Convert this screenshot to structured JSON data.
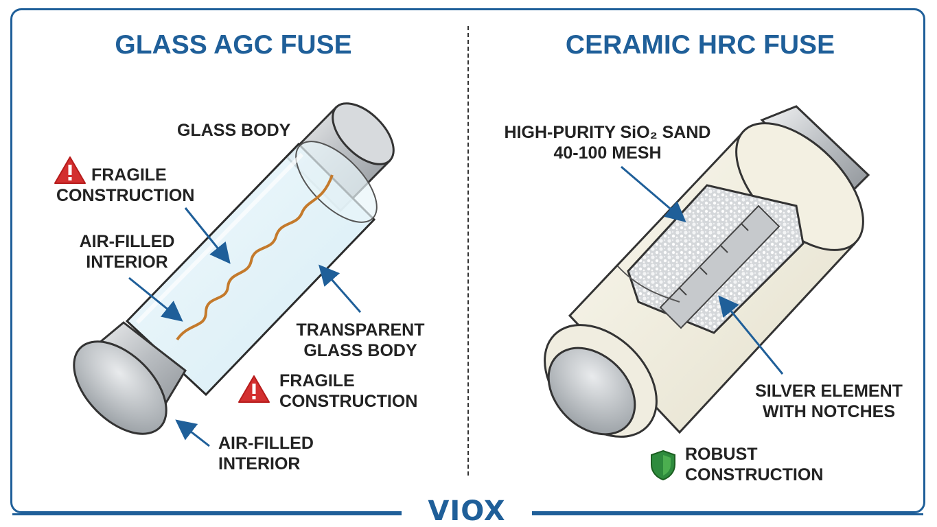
{
  "brand": "VIOX",
  "left_panel": {
    "title": "GLASS AGC FUSE",
    "labels": {
      "glass_body": "GLASS BODY",
      "fragile_top_1": "FRAGILE",
      "fragile_top_2": "CONSTRUCTION",
      "air_filled_top_1": "AIR-FILLED",
      "air_filled_top_2": "INTERIOR",
      "transparent_1": "TRANSPARENT",
      "transparent_2": "GLASS BODY",
      "fragile_bottom_1": "FRAGILE",
      "fragile_bottom_2": "CONSTRUCTION",
      "air_filled_bottom_1": "AIR-FILLED",
      "air_filled_bottom_2": "INTERIOR"
    }
  },
  "right_panel": {
    "title": "CERAMIC HRC FUSE",
    "labels": {
      "sand_1": "HIGH-PURITY SiO₂  SAND",
      "sand_2": "40-100 MESH",
      "silver_1": "SILVER ELEMENT",
      "silver_2": "WITH NOTCHES",
      "robust_1": "ROBUST",
      "robust_2": "CONSTRUCTION"
    }
  },
  "colors": {
    "accent": "#1f5f99",
    "warning": "#d32f2f",
    "shield": "#2e8b3d"
  },
  "icons": [
    "warning-icon",
    "shield-icon"
  ]
}
